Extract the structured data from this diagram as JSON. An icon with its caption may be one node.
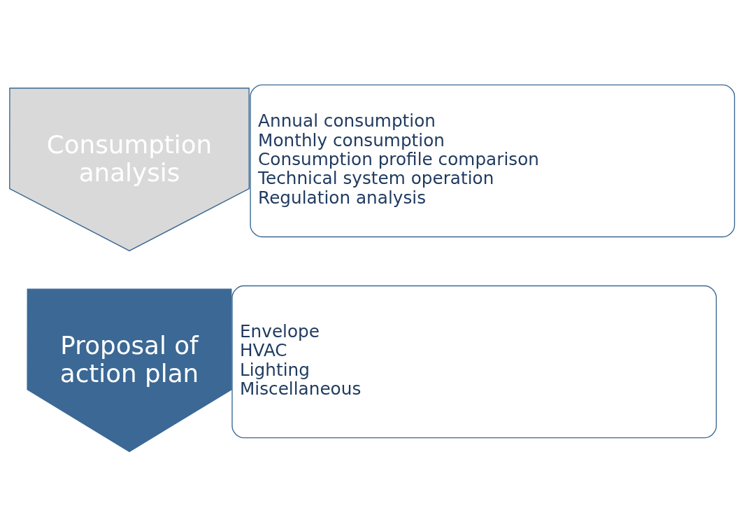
{
  "diagram": {
    "nodes": [
      {
        "text": [
          "Consumption analysis"
        ]
      },
      {
        "text": [
          "Annual consumption",
          "Monthly consumption",
          "Consumption profile comparison",
          "Technical system operation",
          "Regulation analysis"
        ]
      },
      {
        "text": [
          "Proposal of action plan"
        ]
      },
      {
        "text": [
          "Envelope",
          "HVAC",
          "Lighting",
          "Miscellaneous"
        ]
      }
    ],
    "edges": []
  }
}
